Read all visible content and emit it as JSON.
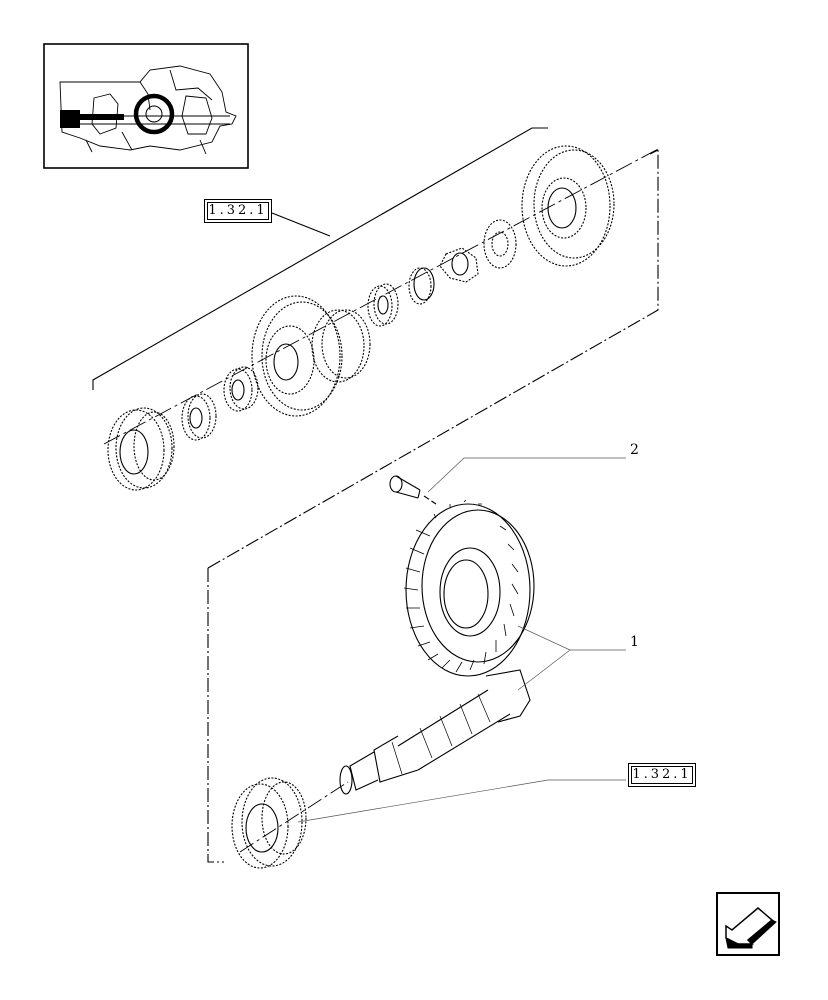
{
  "callouts": {
    "part_1": "1",
    "part_2": "2"
  },
  "references": {
    "upper": "1.32.1",
    "lower": "1.32.1"
  },
  "icons": {
    "navigation": "arrow-left-icon"
  }
}
